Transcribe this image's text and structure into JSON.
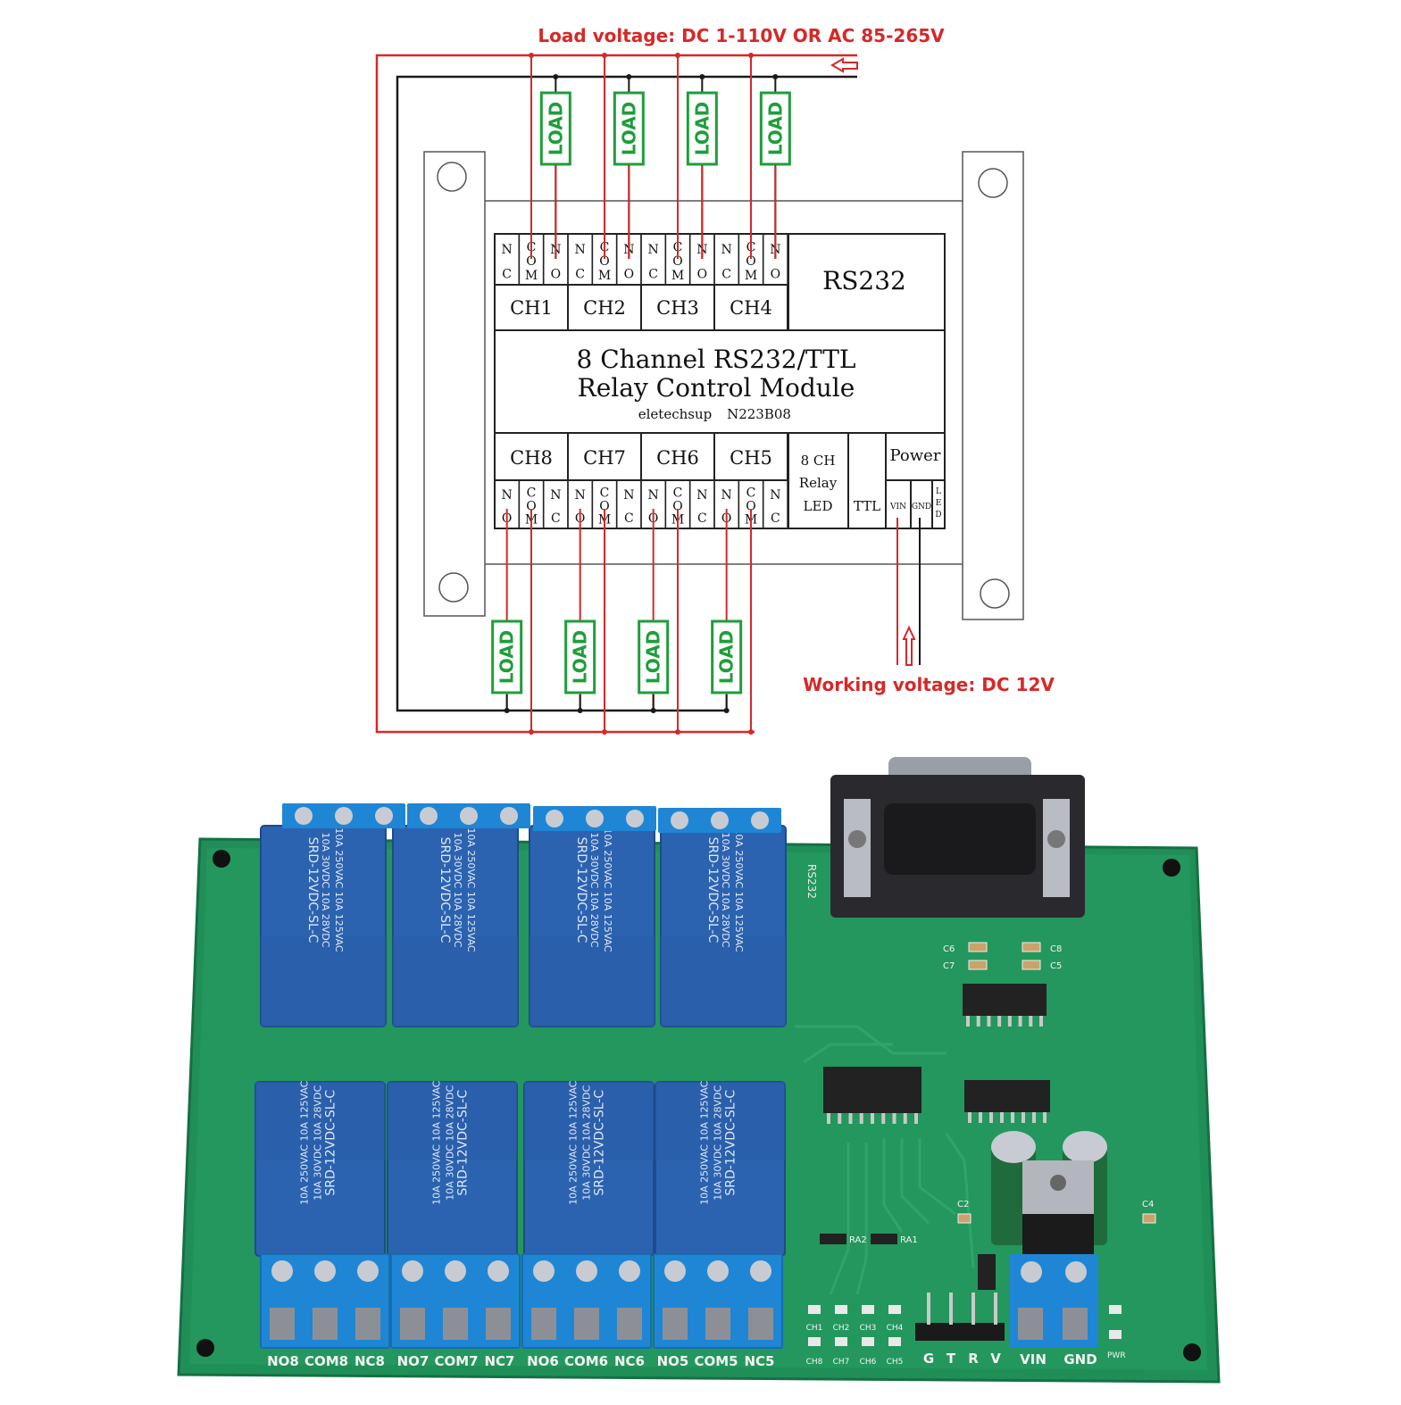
{
  "diagram": {
    "load_voltage": "Load voltage: DC 1-110V OR AC 85-265V",
    "working_voltage": "Working voltage: DC 12V",
    "load_label": "LOAD",
    "module_title_1": "8 Channel RS232/TTL",
    "module_title_2": "Relay Control Module",
    "brand": "eletechsup",
    "model": "N223B08",
    "rs232": "RS232",
    "relay_led_1": "8 CH",
    "relay_led_2": "Relay",
    "relay_led_3": "LED",
    "ttl": "TTL",
    "power": "Power",
    "vin": "VIN",
    "gnd": "GND",
    "led_letters": [
      "L",
      "E",
      "D"
    ],
    "top_channels": [
      {
        "label": "CH1",
        "pins": [
          [
            "N",
            "C"
          ],
          [
            "C",
            "O",
            "M"
          ],
          [
            "N",
            "O"
          ]
        ]
      },
      {
        "label": "CH2",
        "pins": [
          [
            "N",
            "C"
          ],
          [
            "C",
            "O",
            "M"
          ],
          [
            "N",
            "O"
          ]
        ]
      },
      {
        "label": "CH3",
        "pins": [
          [
            "N",
            "C"
          ],
          [
            "C",
            "O",
            "M"
          ],
          [
            "N",
            "O"
          ]
        ]
      },
      {
        "label": "CH4",
        "pins": [
          [
            "N",
            "C"
          ],
          [
            "C",
            "O",
            "M"
          ],
          [
            "N",
            "O"
          ]
        ]
      }
    ],
    "bottom_channels": [
      {
        "label": "CH8",
        "pins": [
          [
            "N",
            "O"
          ],
          [
            "C",
            "O",
            "M"
          ],
          [
            "N",
            "C"
          ]
        ]
      },
      {
        "label": "CH7",
        "pins": [
          [
            "N",
            "O"
          ],
          [
            "C",
            "O",
            "M"
          ],
          [
            "N",
            "C"
          ]
        ]
      },
      {
        "label": "CH6",
        "pins": [
          [
            "N",
            "O"
          ],
          [
            "C",
            "O",
            "M"
          ],
          [
            "N",
            "C"
          ]
        ]
      },
      {
        "label": "CH5",
        "pins": [
          [
            "N",
            "O"
          ],
          [
            "C",
            "O",
            "M"
          ],
          [
            "N",
            "C"
          ]
        ]
      }
    ]
  },
  "photo": {
    "rs232_label": "RS232",
    "relay_text": [
      "10A 250VAC  10A 125VAC",
      "10A 30VDC   10A 28VDC",
      "SRD-12VDC-SL-C"
    ],
    "terminal_labels": [
      "NO8",
      "COM8",
      "NC8",
      "NO7",
      "COM7",
      "NC7",
      "NO6",
      "COM6",
      "NC6",
      "NO5",
      "COM5",
      "NC5"
    ],
    "header_labels": [
      "G",
      "T",
      "R",
      "V"
    ],
    "power_terms": [
      "VIN",
      "GND"
    ],
    "led_top": [
      "CH1",
      "CH2",
      "CH3",
      "CH4"
    ],
    "led_bottom": [
      "CH8",
      "CH7",
      "CH6",
      "CH5"
    ],
    "pwr": "PWR",
    "caps": [
      "C6",
      "C7",
      "C8",
      "C5",
      "C2",
      "C4"
    ],
    "resistors": [
      "RA2",
      "RA1"
    ]
  },
  "colors": {
    "red_wire": "#d62828",
    "black_wire": "#1a1a1a",
    "load_green": "#1e9e3a",
    "pcb_green": "#1f8f57",
    "relay_blue": "#2b63b0",
    "terminal_blue": "#1f86d6"
  }
}
